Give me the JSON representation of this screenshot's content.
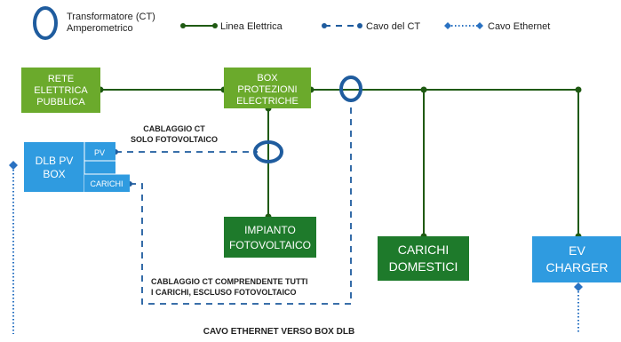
{
  "legend": {
    "ct": [
      "Transformatore (CT)",
      "Amperometrico"
    ],
    "line": "Linea Elettrica",
    "ct_cable": "Cavo del CT",
    "ethernet": "Cavo Ethernet"
  },
  "boxes": {
    "grid": [
      "RETE",
      "ELETTRICA",
      "PUBBLICA"
    ],
    "protections": [
      "BOX",
      "PROTEZIONI",
      "ELECTRICHE"
    ],
    "dlb": [
      "DLB PV",
      "BOX"
    ],
    "pv_port": "PV",
    "loads_port": "CARICHI",
    "pv_plant": [
      "IMPIANTO",
      "FOTOVOLTAICO"
    ],
    "home_loads": [
      "CARICHI",
      "DOMESTICI"
    ],
    "ev": [
      "EV",
      "CHARGER"
    ]
  },
  "notes": {
    "pv_ct": [
      "CABLAGGIO CT",
      "SOLO FOTOVOLTAICO"
    ],
    "loads_ct": [
      "CABLAGGIO CT COMPRENDENTE TUTTI",
      "I CARICHI, ESCLUSO FOTOVOLTAICO"
    ],
    "ethernet": "CAVO ETHERNET VERSO BOX DLB"
  },
  "colors": {
    "light_green": "#6BAA2C",
    "dark_green": "#1E7A2B",
    "blue": "#2F9BE0",
    "line_green": "#1F5A12",
    "ct_blue": "#1F5C9E",
    "ethernet_blue": "#2A72C2"
  }
}
